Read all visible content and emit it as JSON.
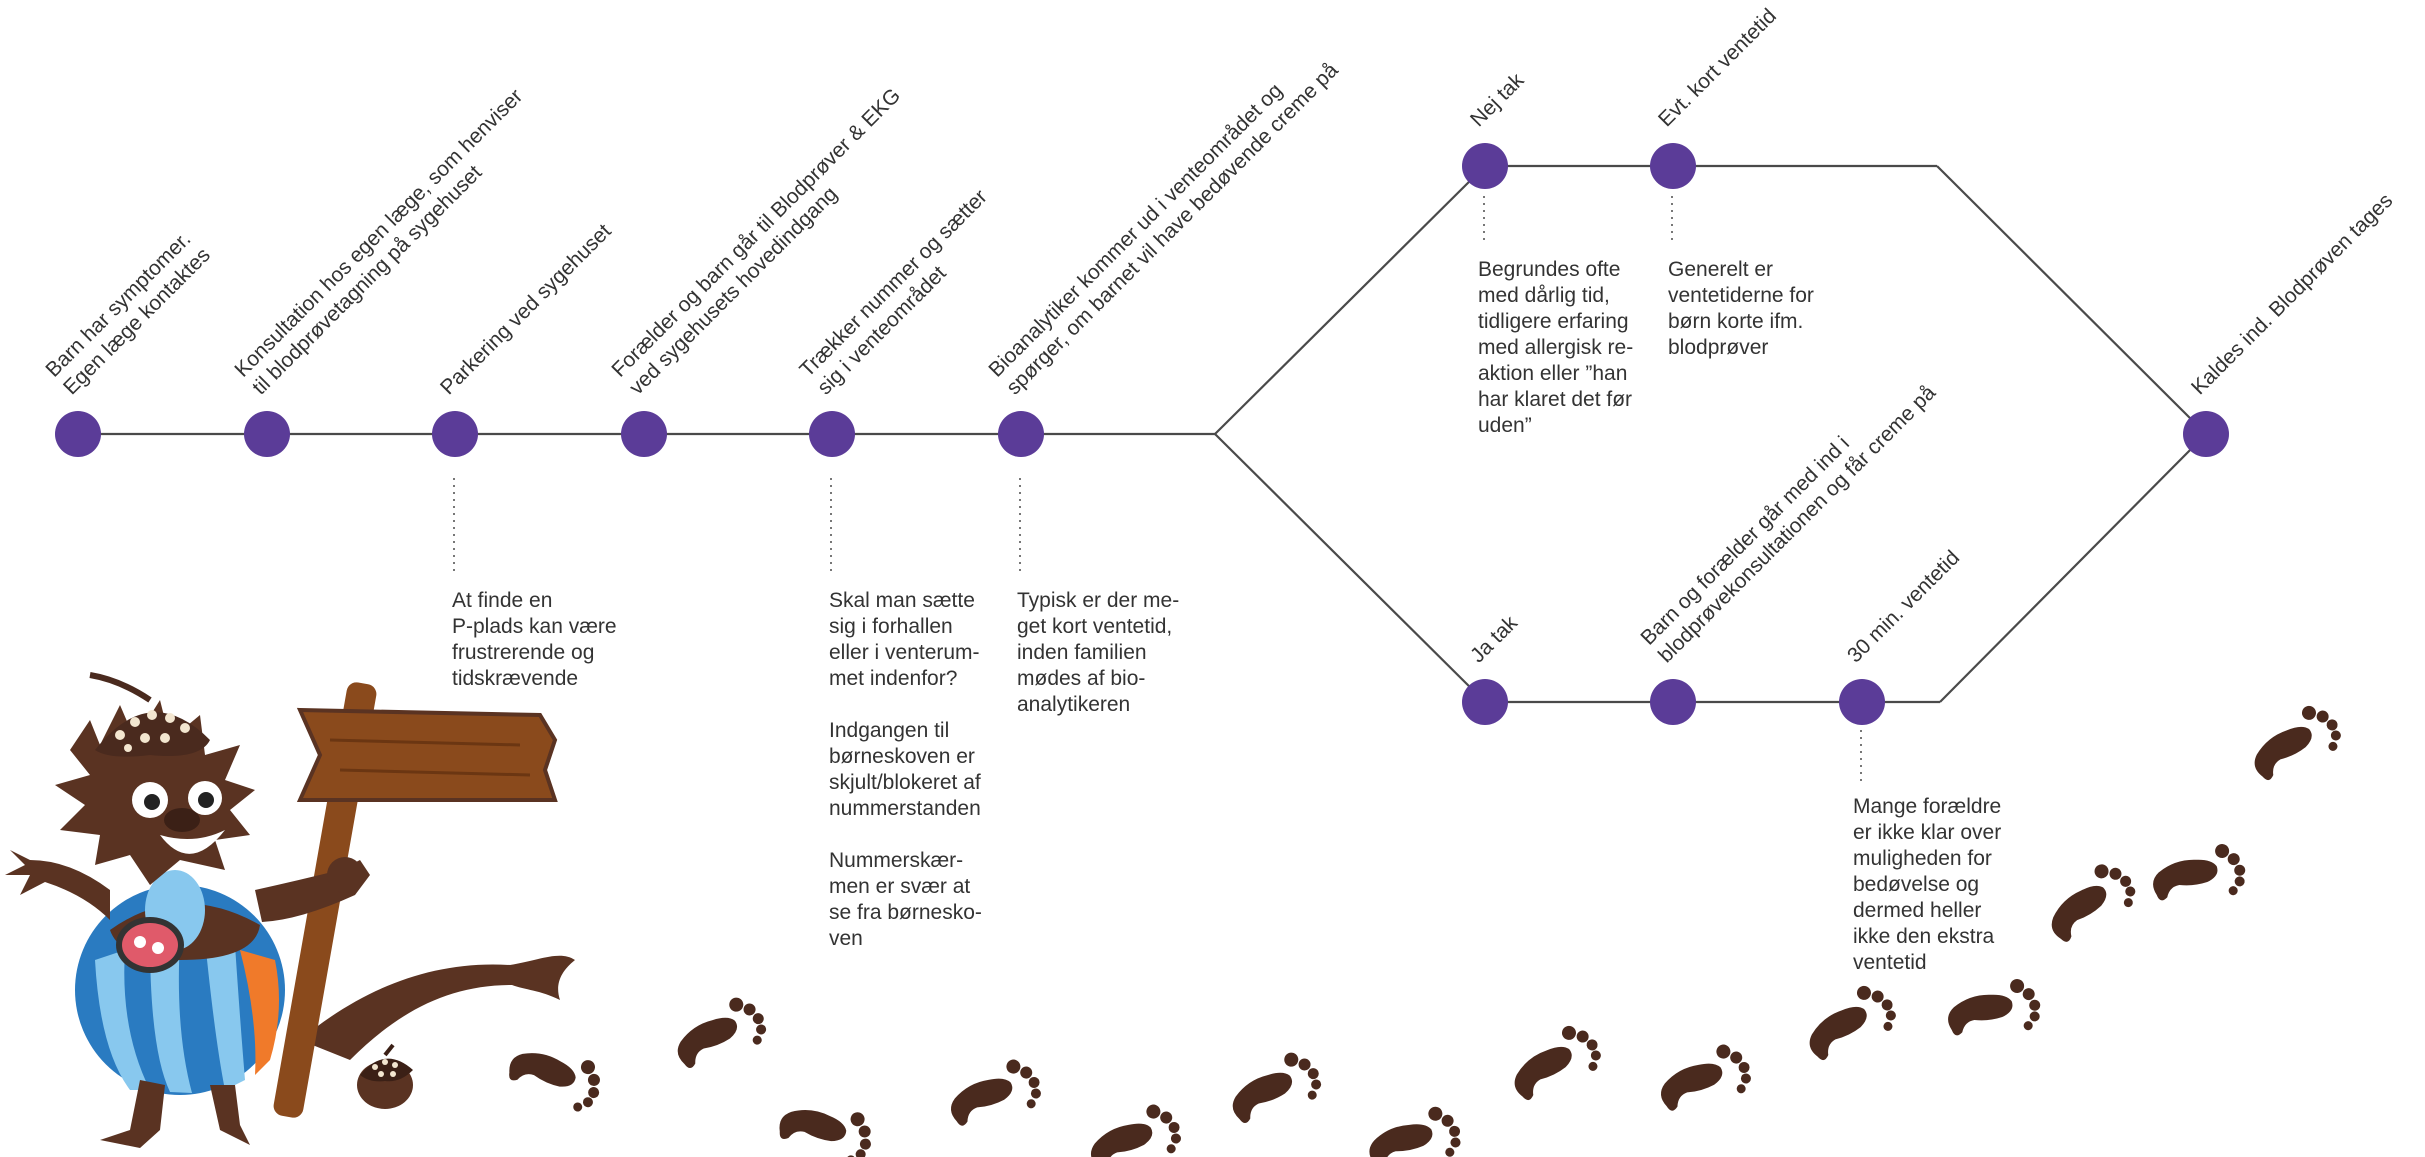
{
  "colors": {
    "node": "#5b3c98",
    "line": "#4a4a4a",
    "dotted": "#777777",
    "footprint": "#4a2a1e",
    "mascot_fur": "#5a3322",
    "sign_wood": "#8a4a1c"
  },
  "steps": [
    {
      "id": "symptoms",
      "label_lines": [
        "Barn har symptomer.",
        "Egen læge kontaktes"
      ]
    },
    {
      "id": "gp",
      "label_lines": [
        "Konsultation hos egen læge, som henviser",
        "til blodprøvetagning på sygehuset"
      ]
    },
    {
      "id": "parking",
      "label_lines": [
        "Parkering ved sygehuset"
      ]
    },
    {
      "id": "entrance",
      "label_lines": [
        "Forælder og barn går til Blodprøver & EKG",
        "ved sygehusets hovedindgang"
      ]
    },
    {
      "id": "ticket",
      "label_lines": [
        "Trækker nummer og sætter",
        "sig i venteområdet"
      ]
    },
    {
      "id": "bioanalyst",
      "label_lines": [
        "Bioanalytiker kommer ud i venteområdet og",
        "spørger, om barnet vil have bedøvende creme på"
      ]
    },
    {
      "id": "no-thanks",
      "label_lines": [
        "Nej tak"
      ]
    },
    {
      "id": "short-wait",
      "label_lines": [
        "Evt. kort ventetid"
      ]
    },
    {
      "id": "yes-thanks",
      "label_lines": [
        "Ja tak"
      ]
    },
    {
      "id": "consultation",
      "label_lines": [
        "Barn og forælder går med ind i",
        "blodprøvekonsultationen og får creme på"
      ]
    },
    {
      "id": "wait-30",
      "label_lines": [
        "30 min. ventetid"
      ]
    },
    {
      "id": "called-in",
      "label_lines": [
        "Kaldes ind. Blodprøven tages"
      ]
    }
  ],
  "notes": {
    "parking": "At finde en\nP-plads kan være\nfrustrerende og\ntidskrævende",
    "ticket": "Skal man sætte\nsig i forhallen\neller i venterum-\nmet indenfor?\n\nIndgangen til\nbørneskoven er\nskjult/blokeret af\nnummerstanden\n\nNummerskær-\nmen er svær at\nse fra børnesko-\nven",
    "bioanalyst": "Typisk er der me-\nget kort ventetid,\ninden familien\nmødes af bio-\nanalytikeren",
    "no-thanks": "Begrundes ofte\nmed dårlig tid,\ntidligere erfaring\nmed allergisk re-\naktion eller ”han\nhar klaret det før\nuden”",
    "short-wait": "Generelt er\nventetiderne for\nbørn korte ifm.\nblodprøver",
    "wait-30": "Mange forældre\ner ikke klar over\nmuligheden for\nbedøvelse og\ndermed heller\nikke den ekstra\nventetid"
  },
  "illustration": {
    "mascot": "forest-troll-mascot-with-wooden-sign",
    "acorn": "acorn-icon",
    "footprints": "footprints-trail"
  }
}
